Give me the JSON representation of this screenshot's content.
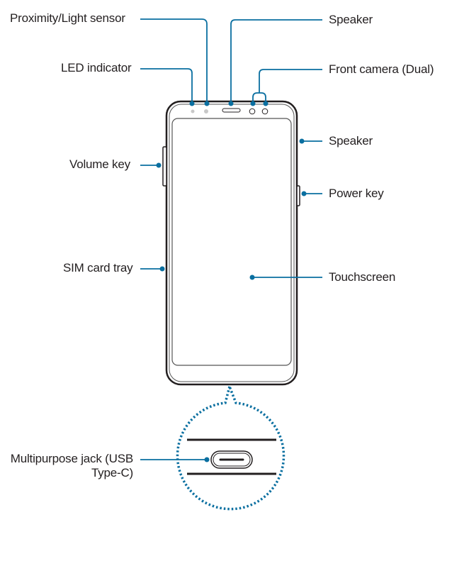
{
  "title": "Device layout",
  "colors": {
    "callout": "#0a6fa0",
    "outline": "#231f20",
    "text": "#231f20",
    "sensor_dot": "#c8c8c8"
  },
  "labels": {
    "proximity_light_sensor": "Proximity/Light sensor",
    "led_indicator": "LED indicator",
    "speaker_top": "Speaker",
    "front_camera": "Front camera (Dual)",
    "speaker_side": "Speaker",
    "volume_key": "Volume key",
    "power_key": "Power key",
    "sim_card_tray": "SIM card tray",
    "touchscreen": "Touchscreen",
    "multipurpose_jack_line1": "Multipurpose jack (USB",
    "multipurpose_jack_line2": "Type-C)"
  }
}
